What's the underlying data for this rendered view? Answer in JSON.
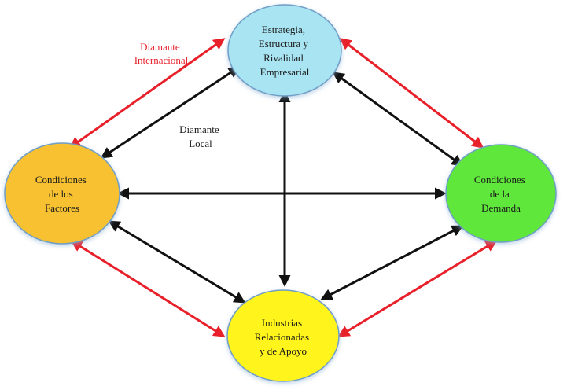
{
  "nodes": {
    "strategy": {
      "lines": [
        "Estrategia,",
        "Estructura y",
        "Rivalidad",
        "Empresarial"
      ],
      "fill": "#a8e4f2"
    },
    "factors": {
      "lines": [
        "Condiciones",
        "de los",
        "Factores"
      ],
      "fill": "#f7c133"
    },
    "demand": {
      "lines": [
        "Condiciones",
        "de la",
        "Demanda"
      ],
      "fill": "#5fe83a"
    },
    "industries": {
      "lines": [
        "Industrias",
        "Relacionadas",
        "y de Apoyo"
      ],
      "fill": "#fff41c"
    }
  },
  "labels": {
    "international": {
      "lines": [
        "Diamante",
        "Internacional"
      ],
      "color": "#e8202a"
    },
    "local": {
      "lines": [
        "Diamante",
        "Local"
      ],
      "color": "#1a1a1a"
    }
  },
  "colors": {
    "international_arrow": "#e8202a",
    "local_arrow": "#111111",
    "node_stroke": "#6f9ec7"
  }
}
